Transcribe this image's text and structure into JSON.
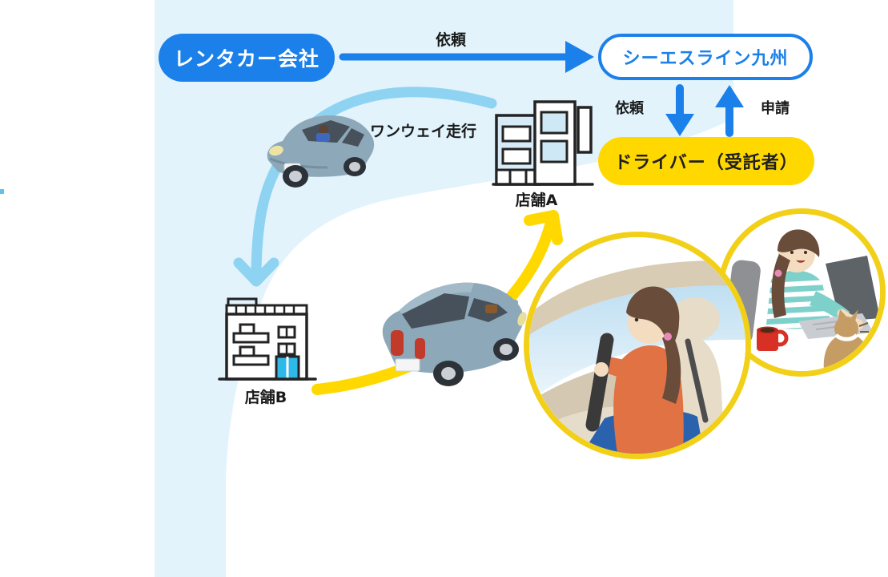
{
  "nodes": {
    "rental_company": "レンタカー会社",
    "cs_line": "シーエスライン九州",
    "driver": "ドライバー（受託者）",
    "store_a": "店舗A",
    "store_b": "店舗B"
  },
  "arrows": {
    "request_top": "依頼",
    "request_down": "依頼",
    "apply_up": "申請",
    "oneway": "ワンウェイ走行"
  },
  "colors": {
    "primary_blue": "#1C80EA",
    "panel_light_blue": "#E2F3FC",
    "arc_light_blue": "#8FD3F2",
    "accent_yellow": "#FFD800",
    "photo_ring_yellow": "#F2D017",
    "door_cyan": "#2FB9E9",
    "text_dark": "#1F1F1F"
  },
  "icons": {
    "car_oneway": "rental-car-front-icon",
    "car_delivery": "rental-car-rear-icon",
    "store_a": "office-building-icon",
    "store_b": "shop-building-icon",
    "photo_driving": "woman-driving-car-photo",
    "photo_remote": "woman-with-laptop-and-cat-photo"
  }
}
